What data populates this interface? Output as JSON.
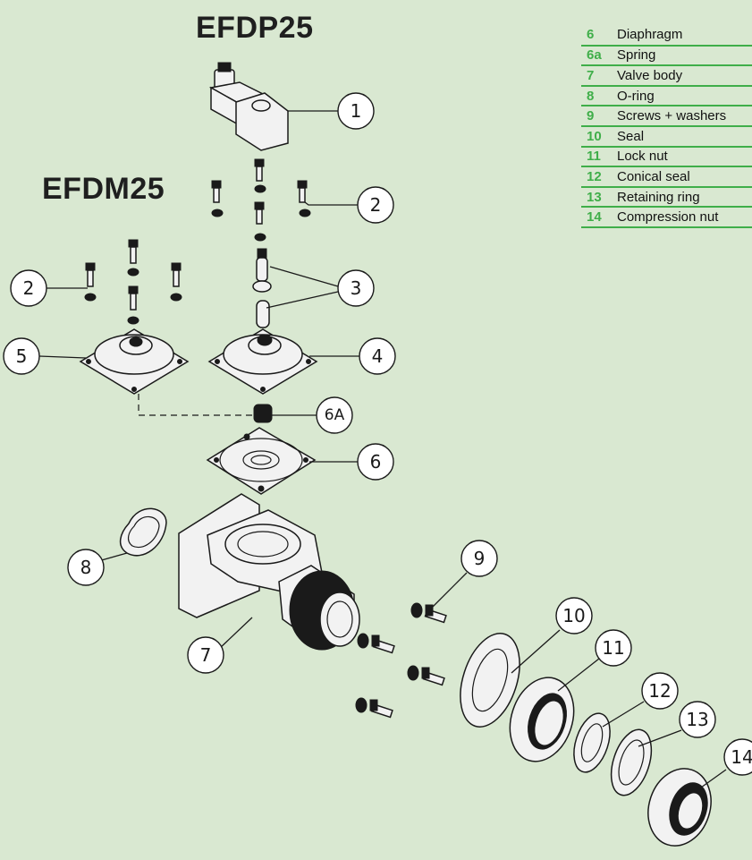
{
  "titles": {
    "efdp": "EFDP25",
    "efdm": "EFDM25"
  },
  "parts": [
    {
      "num": "6",
      "label": "Diaphragm"
    },
    {
      "num": "6a",
      "label": "Spring"
    },
    {
      "num": "7",
      "label": "Valve body"
    },
    {
      "num": "8",
      "label": "O-ring"
    },
    {
      "num": "9",
      "label": "Screws + washers"
    },
    {
      "num": "10",
      "label": "Seal"
    },
    {
      "num": "11",
      "label": "Lock nut"
    },
    {
      "num": "12",
      "label": "Conical seal"
    },
    {
      "num": "13",
      "label": "Retaining ring"
    },
    {
      "num": "14",
      "label": "Compression nut"
    }
  ],
  "callouts": {
    "c1": "1",
    "c2a": "2",
    "c2b": "2",
    "c3": "3",
    "c4": "4",
    "c5": "5",
    "c6a": "6A",
    "c6": "6",
    "c7": "7",
    "c8": "8",
    "c9": "9",
    "c10": "10",
    "c11": "11",
    "c12": "12",
    "c13": "13",
    "c14": "14"
  },
  "colors": {
    "background": "#d9e8d1",
    "accent": "#3fae49",
    "line": "#1a1a1a"
  }
}
